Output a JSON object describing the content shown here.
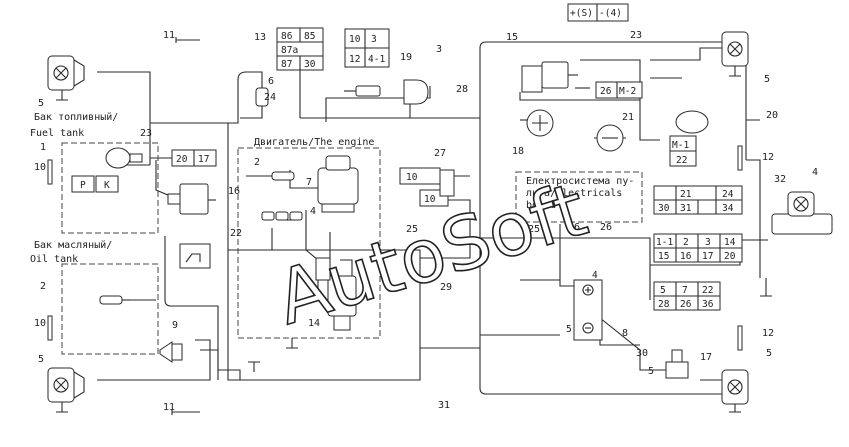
{
  "labels": {
    "fuel_tank_ru": "Бак топливный/",
    "fuel_tank_en": "Fuel tank",
    "oil_tank_ru": "Бак масляный/",
    "oil_tank_en": "Oil tank",
    "engine": "Двигатель/The engine",
    "board_line1": "Електросистема пу-",
    "board_line2": "льта/Electricals",
    "board_line3": "board",
    "fuel_p": "P",
    "fuel_k": "K"
  },
  "relay_table": {
    "r1": [
      "86",
      "85"
    ],
    "r2": [
      "87a",
      ""
    ],
    "r3": [
      "87",
      "30"
    ]
  },
  "fuse_table": {
    "r1": [
      "10",
      "3"
    ],
    "r2": [
      "12",
      "4-1"
    ]
  },
  "signal_table": {
    "c1": "+(S)",
    "c2": "-(4)"
  },
  "box_20_17": [
    "20",
    "17"
  ],
  "box_26_m2": [
    "26",
    "M-2"
  ],
  "box_m1_22": [
    "M-1",
    "22"
  ],
  "box_10": "10",
  "box_10b": "10",
  "board_table_a": {
    "r1": [
      "21",
      "24"
    ],
    "r2": [
      "30",
      "31",
      "34"
    ]
  },
  "board_table_b": {
    "r1": [
      "1-1",
      "2",
      "3",
      "14"
    ],
    "r2": [
      "15",
      "16",
      "17",
      "20"
    ]
  },
  "board_table_c": {
    "r1": [
      "5",
      "7",
      "22"
    ],
    "r2": [
      "28",
      "26",
      "36"
    ]
  },
  "battery": {
    "plus_num": "4",
    "minus_num": "5"
  },
  "callouts": {
    "n1": "1",
    "n2a": "2",
    "n2b": "2",
    "n3": "3",
    "n4a": "4",
    "n4b": "4",
    "n5a": "5",
    "n5b": "5",
    "n5c": "5",
    "n5d": "5",
    "n5e": "5",
    "n6": "6",
    "n7": "7",
    "n8": "8",
    "n9": "9",
    "n10a": "10",
    "n10b": "10",
    "n11a": "11",
    "n11b": "11",
    "n12a": "12",
    "n12b": "12",
    "n13": "13",
    "n14": "14",
    "n15": "15",
    "n16": "16",
    "n17": "17",
    "n18": "18",
    "n19": "19",
    "n20": "20",
    "n21": "21",
    "n22": "22",
    "n23a": "23",
    "n23b": "23",
    "n24": "24",
    "n25a": "25",
    "n25b": "25",
    "n26a": "26",
    "n26b": "26",
    "n27": "27",
    "n28": "28",
    "n29": "29",
    "n30": "30",
    "n31": "31",
    "n32": "32"
  },
  "watermark": "AutoSoft"
}
